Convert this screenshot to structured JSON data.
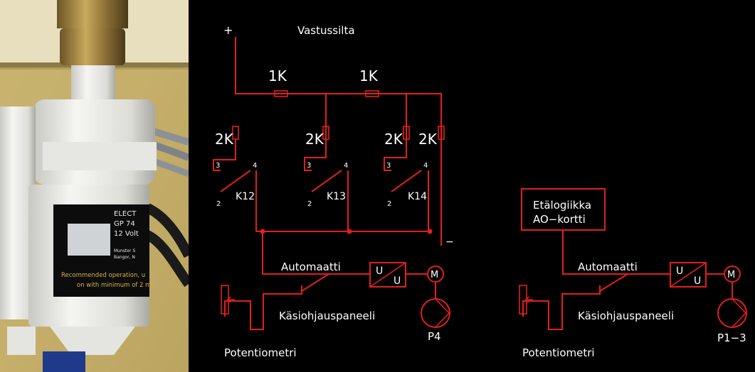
{
  "photo": {
    "label_text": [
      "ELECT",
      "GP 74",
      "12 Volt",
      "Munster S",
      "Bangor, N",
      "Recommended operation, u",
      "on with minimum of 2 m"
    ]
  },
  "schematic": {
    "left": {
      "plus": "+",
      "minus": "−",
      "title": "Vastussilta",
      "r_top1": "1K",
      "r_top2": "1K",
      "r_a": "2K",
      "r_b": "2K",
      "r_c": "2K",
      "r_d": "2K",
      "k12": "K12",
      "k13": "K13",
      "k14": "K14",
      "pin3": "3",
      "pin4": "4",
      "pin2": "2",
      "auto": "Automaatti",
      "conv_in": "U",
      "conv_out": "U",
      "motor": "M",
      "panel": "Käsiohjauspaneeli",
      "pump": "P4",
      "pot": "Potentiometri"
    },
    "right": {
      "box_line1": "Etälogiikka",
      "box_line2": "AO−kortti",
      "auto": "Automaatti",
      "conv_in": "U",
      "conv_out": "U",
      "motor": "M",
      "panel": "Käsiohjauspaneeli",
      "pump": "P1−3",
      "pot": "Potentiometri"
    }
  }
}
